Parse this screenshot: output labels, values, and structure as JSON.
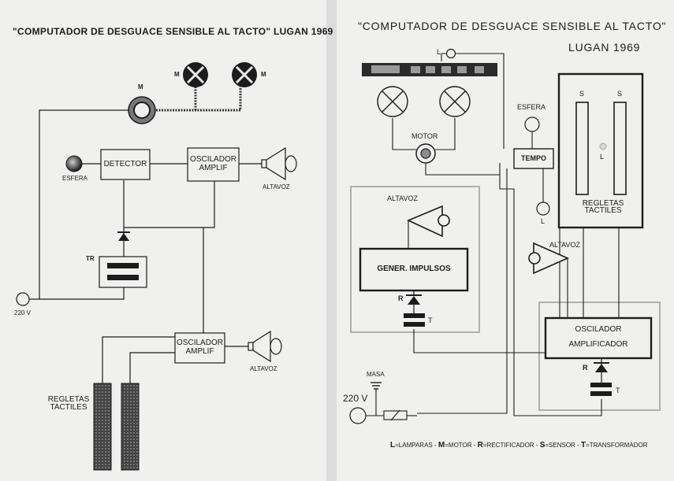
{
  "left": {
    "title": "\"COMPUTADOR DE DESGUACE SENSIBLE AL TACTO\" LUGAN 1969",
    "labels": {
      "m_center": "M",
      "m_lamp1": "M",
      "m_lamp2": "M",
      "esfera": "ESFERA",
      "detector": "DETECTOR",
      "osc1_line1": "OSCILADOR",
      "osc1_line2": "AMPLIF",
      "altavoz1": "ALTAVOZ",
      "tr": "TR",
      "v220": "220 V",
      "osc2_line1": "OSCILADOR",
      "osc2_line2": "AMPLIF",
      "altavoz2": "ALTAVOZ",
      "regletas_line1": "REGLETAS",
      "regletas_line2": "TACTILES"
    }
  },
  "right": {
    "title": "\"COMPUTADOR DE DESGUACE SENSIBLE AL TACTO\"",
    "subtitle": "LUGAN 1969",
    "labels": {
      "l_top": "L",
      "esfera": "ESFERA",
      "tempo": "TEMPO",
      "motor": "MOTOR",
      "s1": "S",
      "s2": "S",
      "l_center": "L",
      "altavoz_top": "ALTAVOZ",
      "l_mid": "L",
      "regletas_line1": "REGLETAS",
      "regletas_line2": "TACTILES",
      "gener": "GENER. IMPULSOS",
      "altavoz_mid": "ALTAVOZ",
      "r1": "R",
      "t1": "T",
      "osc_line1": "OSCILADOR",
      "osc_line2": "AMPLIFICADOR",
      "r2": "R",
      "t2": "T",
      "masa": "MASA",
      "v220": "220 V"
    },
    "legend": {
      "L_key": "L",
      "L_text": "=LAMPARAS -",
      "M_key": "M",
      "M_text": "=MOTOR -",
      "R_key": "R",
      "R_text": "=RECTIFICADOR -",
      "S_key": "S",
      "S_text": "=SENSOR -",
      "T_key": "T",
      "T_text": "=TRANSFORMADOR"
    }
  }
}
